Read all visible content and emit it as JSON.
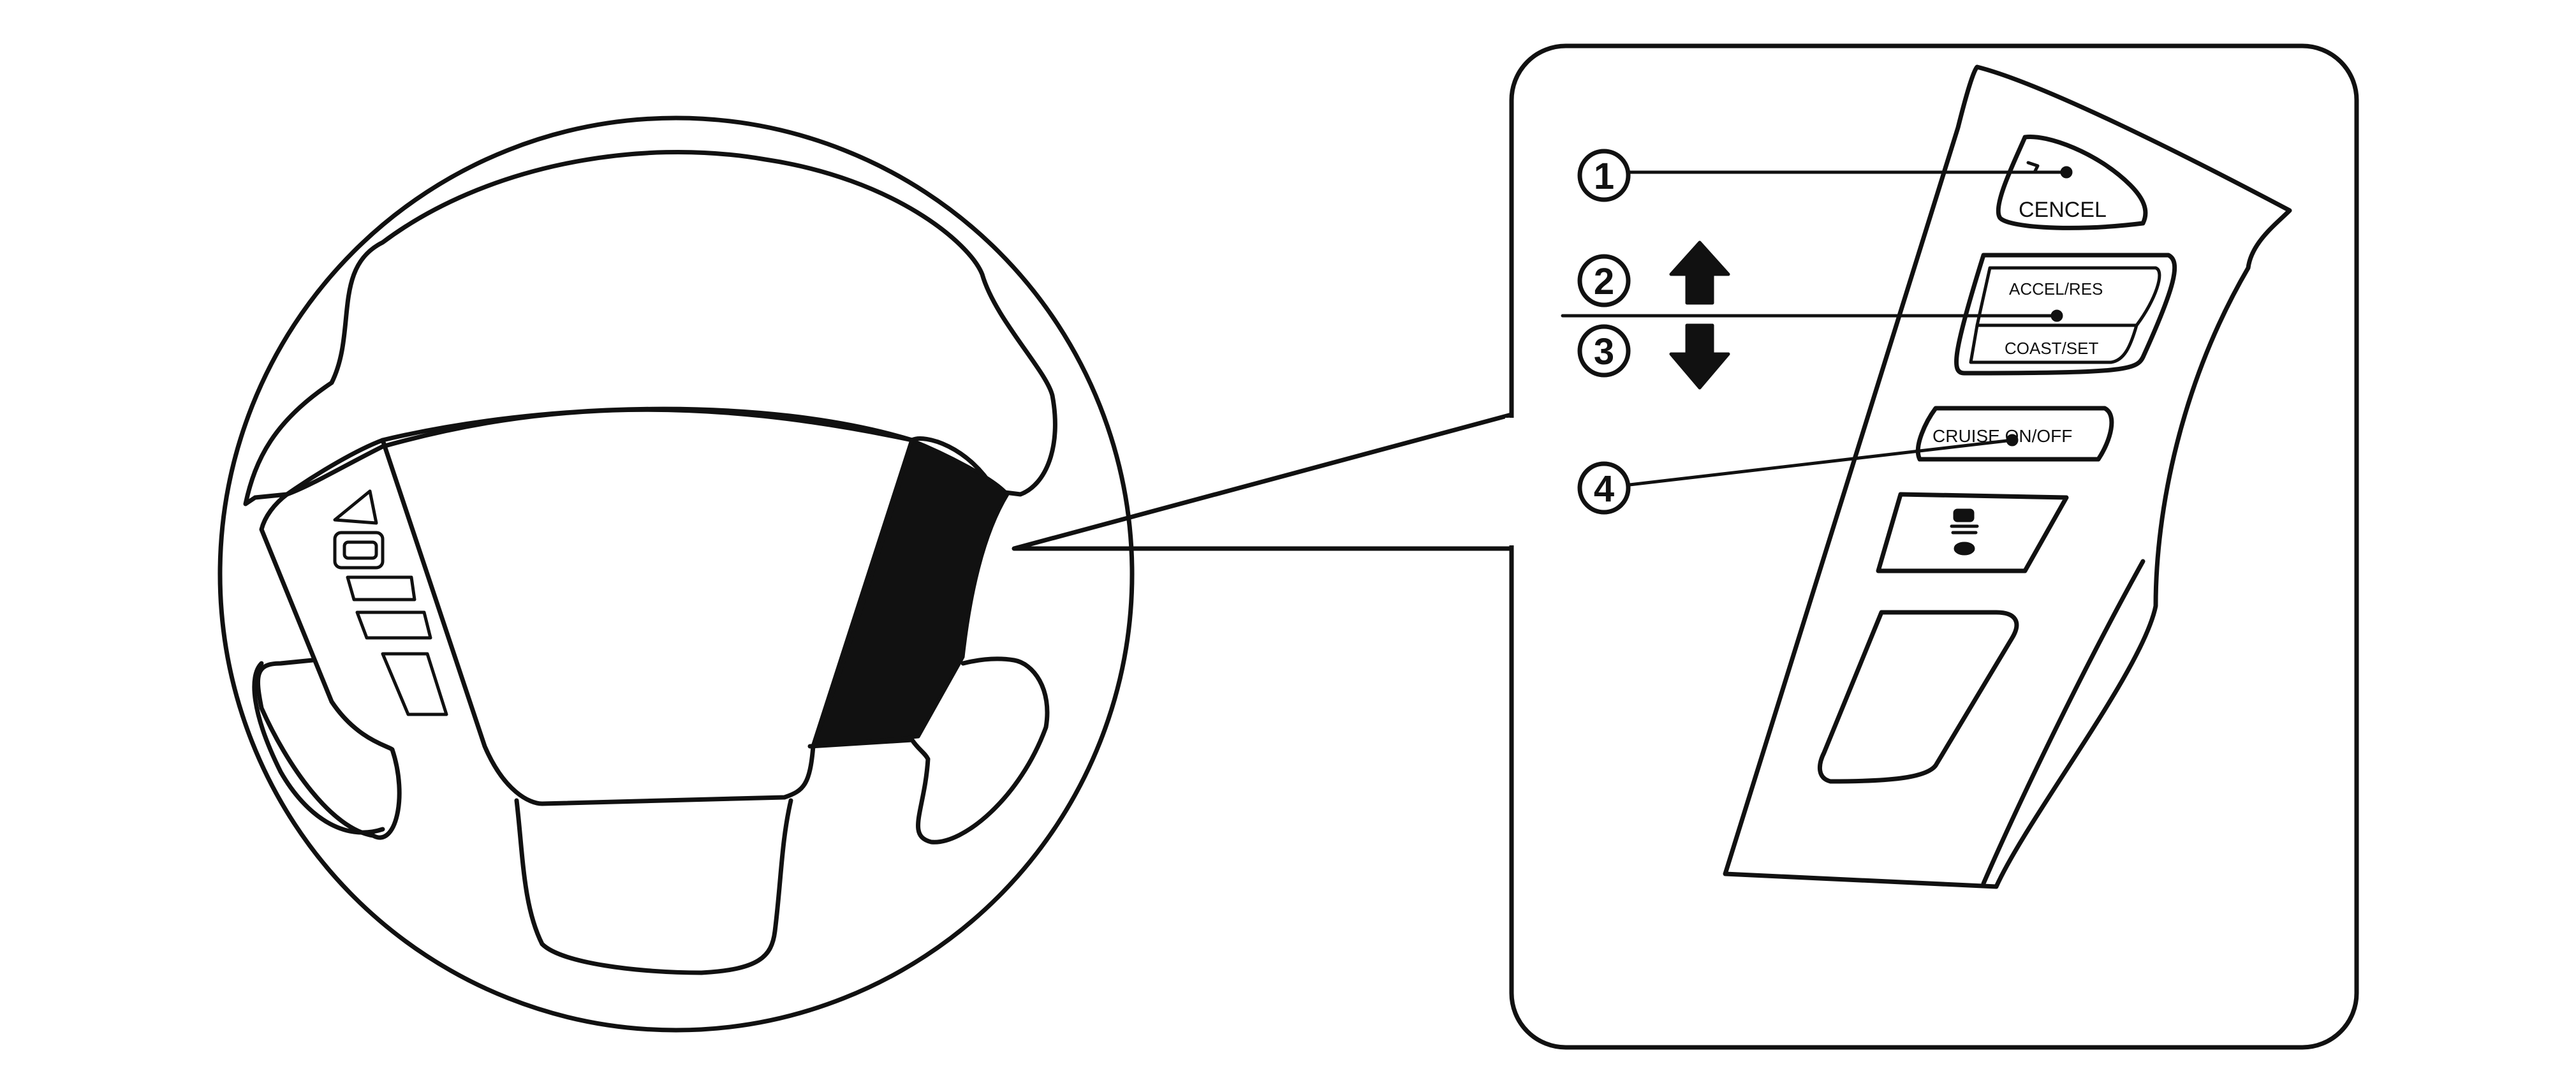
{
  "colors": {
    "line": "#111111",
    "background": "#ffffff"
  },
  "detail": {
    "buttons": {
      "cancel_label": "CENCEL",
      "accel_label": "ACCEL/RES",
      "coast_label": "COAST/SET",
      "cruise_label": "CRUISE ON/OFF",
      "distance_icon": "vehicle-distance-icon"
    },
    "callouts": [
      {
        "number": "1",
        "glyph": "up-arrow-icon"
      },
      {
        "number": "2",
        "glyph": "up-arrow-icon"
      },
      {
        "number": "3",
        "glyph": "down-arrow-icon"
      },
      {
        "number": "4",
        "glyph": ""
      }
    ]
  }
}
